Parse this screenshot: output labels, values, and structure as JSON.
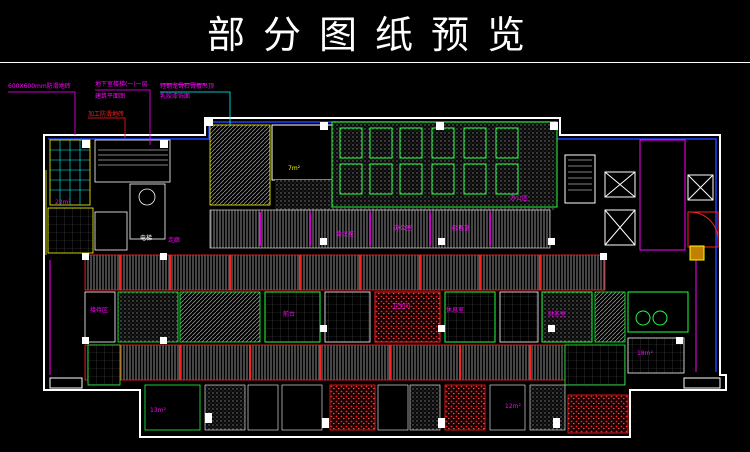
{
  "title": "部分图纸预览",
  "colors": {
    "background": "#000000",
    "title": "#ffffff",
    "wall_outer": "#ffffff",
    "wall_blue": "#2040ff",
    "yellow": "#ffff00",
    "magenta": "#ff00ff",
    "red": "#ff2020",
    "green": "#20ff40",
    "cyan": "#00ffff",
    "hatch_gray": "#9a9a9a"
  },
  "callouts": [
    "600X600mm防滑地砖",
    "地下室楼梯(一)一层",
    "建筑平面图",
    "加工防滑地砖",
    "轻钢龙骨石膏板吊顶",
    "乳胶漆饰面"
  ],
  "room_labels": {
    "r1": "22m²",
    "r2": "电梯",
    "r3": "走廊",
    "r4": "会议室",
    "r5": "办公室",
    "r6": "经理室",
    "r7": "办公区",
    "r8": "接待区",
    "r9": "前台",
    "r10": "卫生间",
    "r11": "休息室",
    "r12": "财务室",
    "r13": "13m²",
    "r14": "12m²",
    "r15": "7m²",
    "r16": "18m²"
  }
}
